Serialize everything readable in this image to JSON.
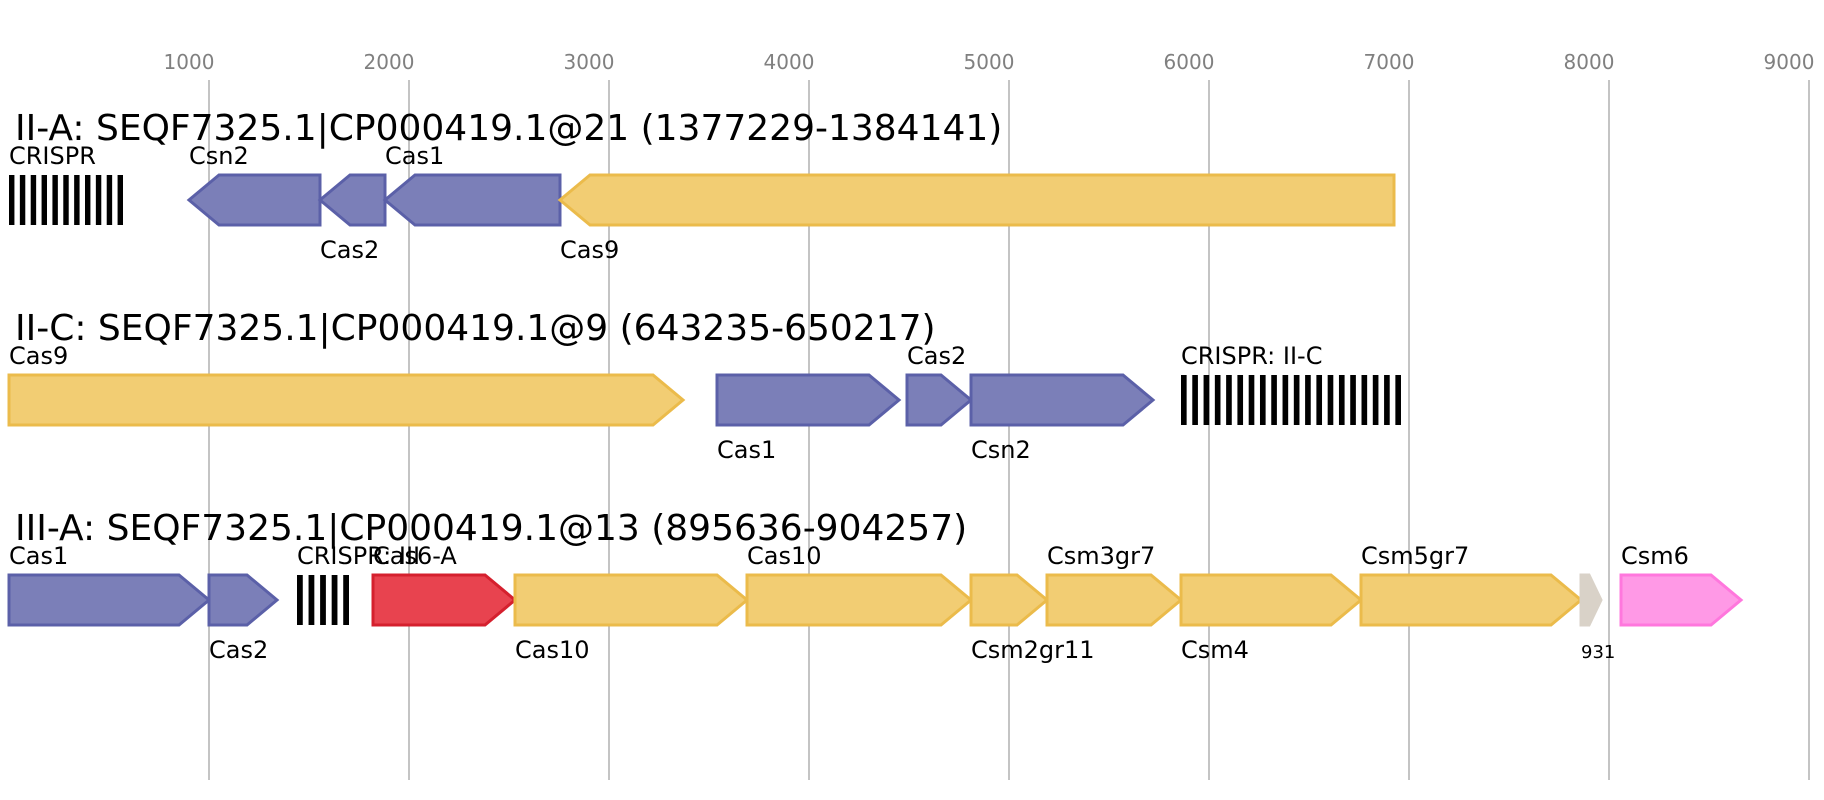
{
  "axis": {
    "ticks": [
      1000,
      2000,
      3000,
      4000,
      5000,
      6000,
      7000,
      8000,
      9000
    ],
    "range": [
      0,
      9100
    ]
  },
  "tracks": [
    {
      "title": "II-A: SEQF7325.1|CP000419.1@21 (1377229-1384141)",
      "features": [
        {
          "label": "CRISPR",
          "kind": "crispr",
          "start": 0,
          "end": 570,
          "repeats": 11,
          "label_pos": "above"
        },
        {
          "label": "Csn2",
          "kind": "gene",
          "start": 900,
          "end": 1555,
          "strand": "-",
          "color": "#7b7fb8",
          "stroke": "#5b60a8",
          "label_pos": "above"
        },
        {
          "label": "Cas2",
          "kind": "gene",
          "start": 1555,
          "end": 1880,
          "strand": "-",
          "color": "#7b7fb8",
          "stroke": "#5b60a8",
          "label_pos": "below"
        },
        {
          "label": "Cas1",
          "kind": "gene",
          "start": 1880,
          "end": 2755,
          "strand": "-",
          "color": "#7b7fb8",
          "stroke": "#5b60a8",
          "label_pos": "above"
        },
        {
          "label": "Cas9",
          "kind": "gene",
          "start": 2755,
          "end": 6925,
          "strand": "-",
          "color": "#f2cd73",
          "stroke": "#ebbb4b",
          "label_pos": "below"
        }
      ]
    },
    {
      "title": "II-C: SEQF7325.1|CP000419.1@9 (643235-650217)",
      "features": [
        {
          "label": "Cas9",
          "kind": "gene",
          "start": 0,
          "end": 3370,
          "strand": "+",
          "color": "#f2cd73",
          "stroke": "#ebbb4b",
          "label_pos": "above"
        },
        {
          "label": "Cas1",
          "kind": "gene",
          "start": 3540,
          "end": 4450,
          "strand": "+",
          "color": "#7b7fb8",
          "stroke": "#5b60a8",
          "label_pos": "below"
        },
        {
          "label": "Cas2",
          "kind": "gene",
          "start": 4490,
          "end": 4810,
          "strand": "+",
          "color": "#7b7fb8",
          "stroke": "#5b60a8",
          "label_pos": "above"
        },
        {
          "label": "Csn2",
          "kind": "gene",
          "start": 4810,
          "end": 5720,
          "strand": "+",
          "color": "#7b7fb8",
          "stroke": "#5b60a8",
          "label_pos": "below"
        },
        {
          "label": "CRISPR: II-C",
          "kind": "crispr",
          "start": 5860,
          "end": 6960,
          "repeats": 20,
          "label_pos": "above"
        }
      ]
    },
    {
      "title": "III-A: SEQF7325.1|CP000419.1@13 (895636-904257)",
      "features": [
        {
          "label": "Cas1",
          "kind": "gene",
          "start": 0,
          "end": 1000,
          "strand": "+",
          "color": "#7b7fb8",
          "stroke": "#5b60a8",
          "label_pos": "above"
        },
        {
          "label": "Cas2",
          "kind": "gene",
          "start": 1000,
          "end": 1340,
          "strand": "+",
          "color": "#7b7fb8",
          "stroke": "#5b60a8",
          "label_pos": "below"
        },
        {
          "label": "CRISPR: III",
          "kind": "crispr",
          "start": 1440,
          "end": 1700,
          "repeats": 5,
          "label_pos": "above"
        },
        {
          "label": "Cas6-A",
          "kind": "gene",
          "start": 1820,
          "end": 2530,
          "strand": "+",
          "color": "#e8434f",
          "stroke": "#d5202e",
          "label_pos": "above"
        },
        {
          "label": "Cas10",
          "kind": "gene",
          "start": 2530,
          "end": 3690,
          "strand": "+",
          "color": "#f2cd73",
          "stroke": "#ebbb4b",
          "label_pos": "below"
        },
        {
          "label": "Cas10",
          "kind": "gene",
          "start": 3690,
          "end": 4810,
          "strand": "+",
          "color": "#f2cd73",
          "stroke": "#ebbb4b",
          "label_pos": "above"
        },
        {
          "label": "Csm2gr11",
          "kind": "gene",
          "start": 4810,
          "end": 5190,
          "strand": "+",
          "color": "#f2cd73",
          "stroke": "#ebbb4b",
          "label_pos": "below"
        },
        {
          "label": "Csm3gr7",
          "kind": "gene",
          "start": 5190,
          "end": 5860,
          "strand": "+",
          "color": "#f2cd73",
          "stroke": "#ebbb4b",
          "label_pos": "above"
        },
        {
          "label": "Csm4",
          "kind": "gene",
          "start": 5860,
          "end": 6760,
          "strand": "+",
          "color": "#f2cd73",
          "stroke": "#ebbb4b",
          "label_pos": "below"
        },
        {
          "label": "Csm5gr7",
          "kind": "gene",
          "start": 6760,
          "end": 7860,
          "strand": "+",
          "color": "#f2cd73",
          "stroke": "#ebbb4b",
          "label_pos": "above"
        },
        {
          "label": "931",
          "kind": "gene",
          "start": 7860,
          "end": 7960,
          "strand": "+",
          "color": "#d9d2c8",
          "stroke": "#d9d2c8",
          "label_pos": "below",
          "small": true
        },
        {
          "label": "Csm6",
          "kind": "gene",
          "start": 8060,
          "end": 8660,
          "strand": "+",
          "color": "#ff99e6",
          "stroke": "#ff77dd",
          "label_pos": "above"
        }
      ]
    }
  ]
}
